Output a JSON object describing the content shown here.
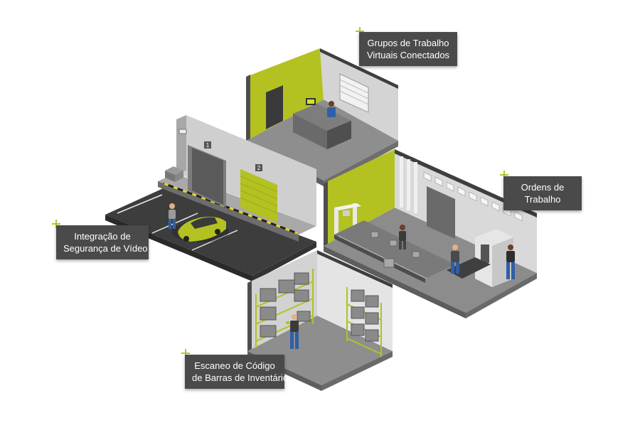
{
  "accent_color": "#b5c42a",
  "callouts": {
    "virtual_workgroups": {
      "line1": "Grupos de Trabalho",
      "line2": "Virtuais Conectados"
    },
    "work_orders": {
      "line1": "Ordens de",
      "line2": "Trabalho"
    },
    "video_security": {
      "line1": "Integração de",
      "line2": "Segurança de Vídeo"
    },
    "inventory_scanning": {
      "line1": "Escaneo de Código",
      "line2": "de Barras de Inventário"
    }
  },
  "dock_doors": {
    "door1": "1",
    "door2": "2"
  }
}
